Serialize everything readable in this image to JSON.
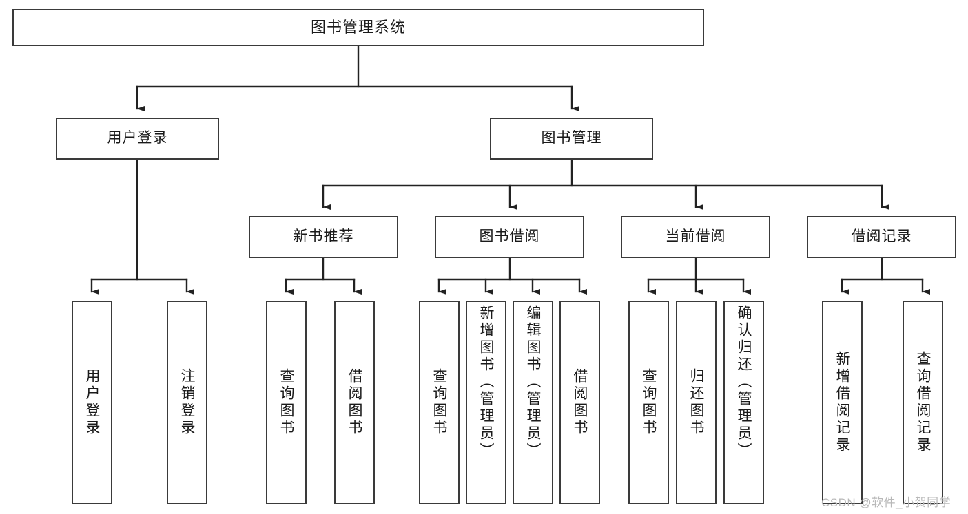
{
  "diagram": {
    "title": "图书管理系统",
    "type": "tree-hierarchy",
    "orientation": "top-down",
    "colors": {
      "box_border": "#3a3a3a",
      "box_fill": "#ffffff",
      "connector": "#222222",
      "text": "#1a1a1a",
      "watermark": "#b8b8b8",
      "background": "#ffffff"
    }
  },
  "root": {
    "label": "图书管理系统"
  },
  "level2": [
    {
      "label": "用户登录"
    },
    {
      "label": "图书管理"
    }
  ],
  "level3": [
    {
      "label": "新书推荐"
    },
    {
      "label": "图书借阅"
    },
    {
      "label": "当前借阅"
    },
    {
      "label": "借阅记录"
    }
  ],
  "leaves": {
    "user_login": [
      {
        "label": "用户登录"
      },
      {
        "label": "注销登录"
      }
    ],
    "new_book_recommend": [
      {
        "label": "查询图书"
      },
      {
        "label": "借阅图书"
      }
    ],
    "book_borrow": [
      {
        "label": "查询图书"
      },
      {
        "label": "新增图书（管理员）"
      },
      {
        "label": "编辑图书（管理员）"
      },
      {
        "label": "借阅图书"
      }
    ],
    "current_borrow": [
      {
        "label": "查询图书"
      },
      {
        "label": "归还图书"
      },
      {
        "label": "确认归还（管理员）"
      }
    ],
    "borrow_record": [
      {
        "label": "新增借阅记录"
      },
      {
        "label": "查询借阅记录"
      }
    ]
  },
  "watermark": {
    "text": "CSDN @软件_小贺同学"
  }
}
